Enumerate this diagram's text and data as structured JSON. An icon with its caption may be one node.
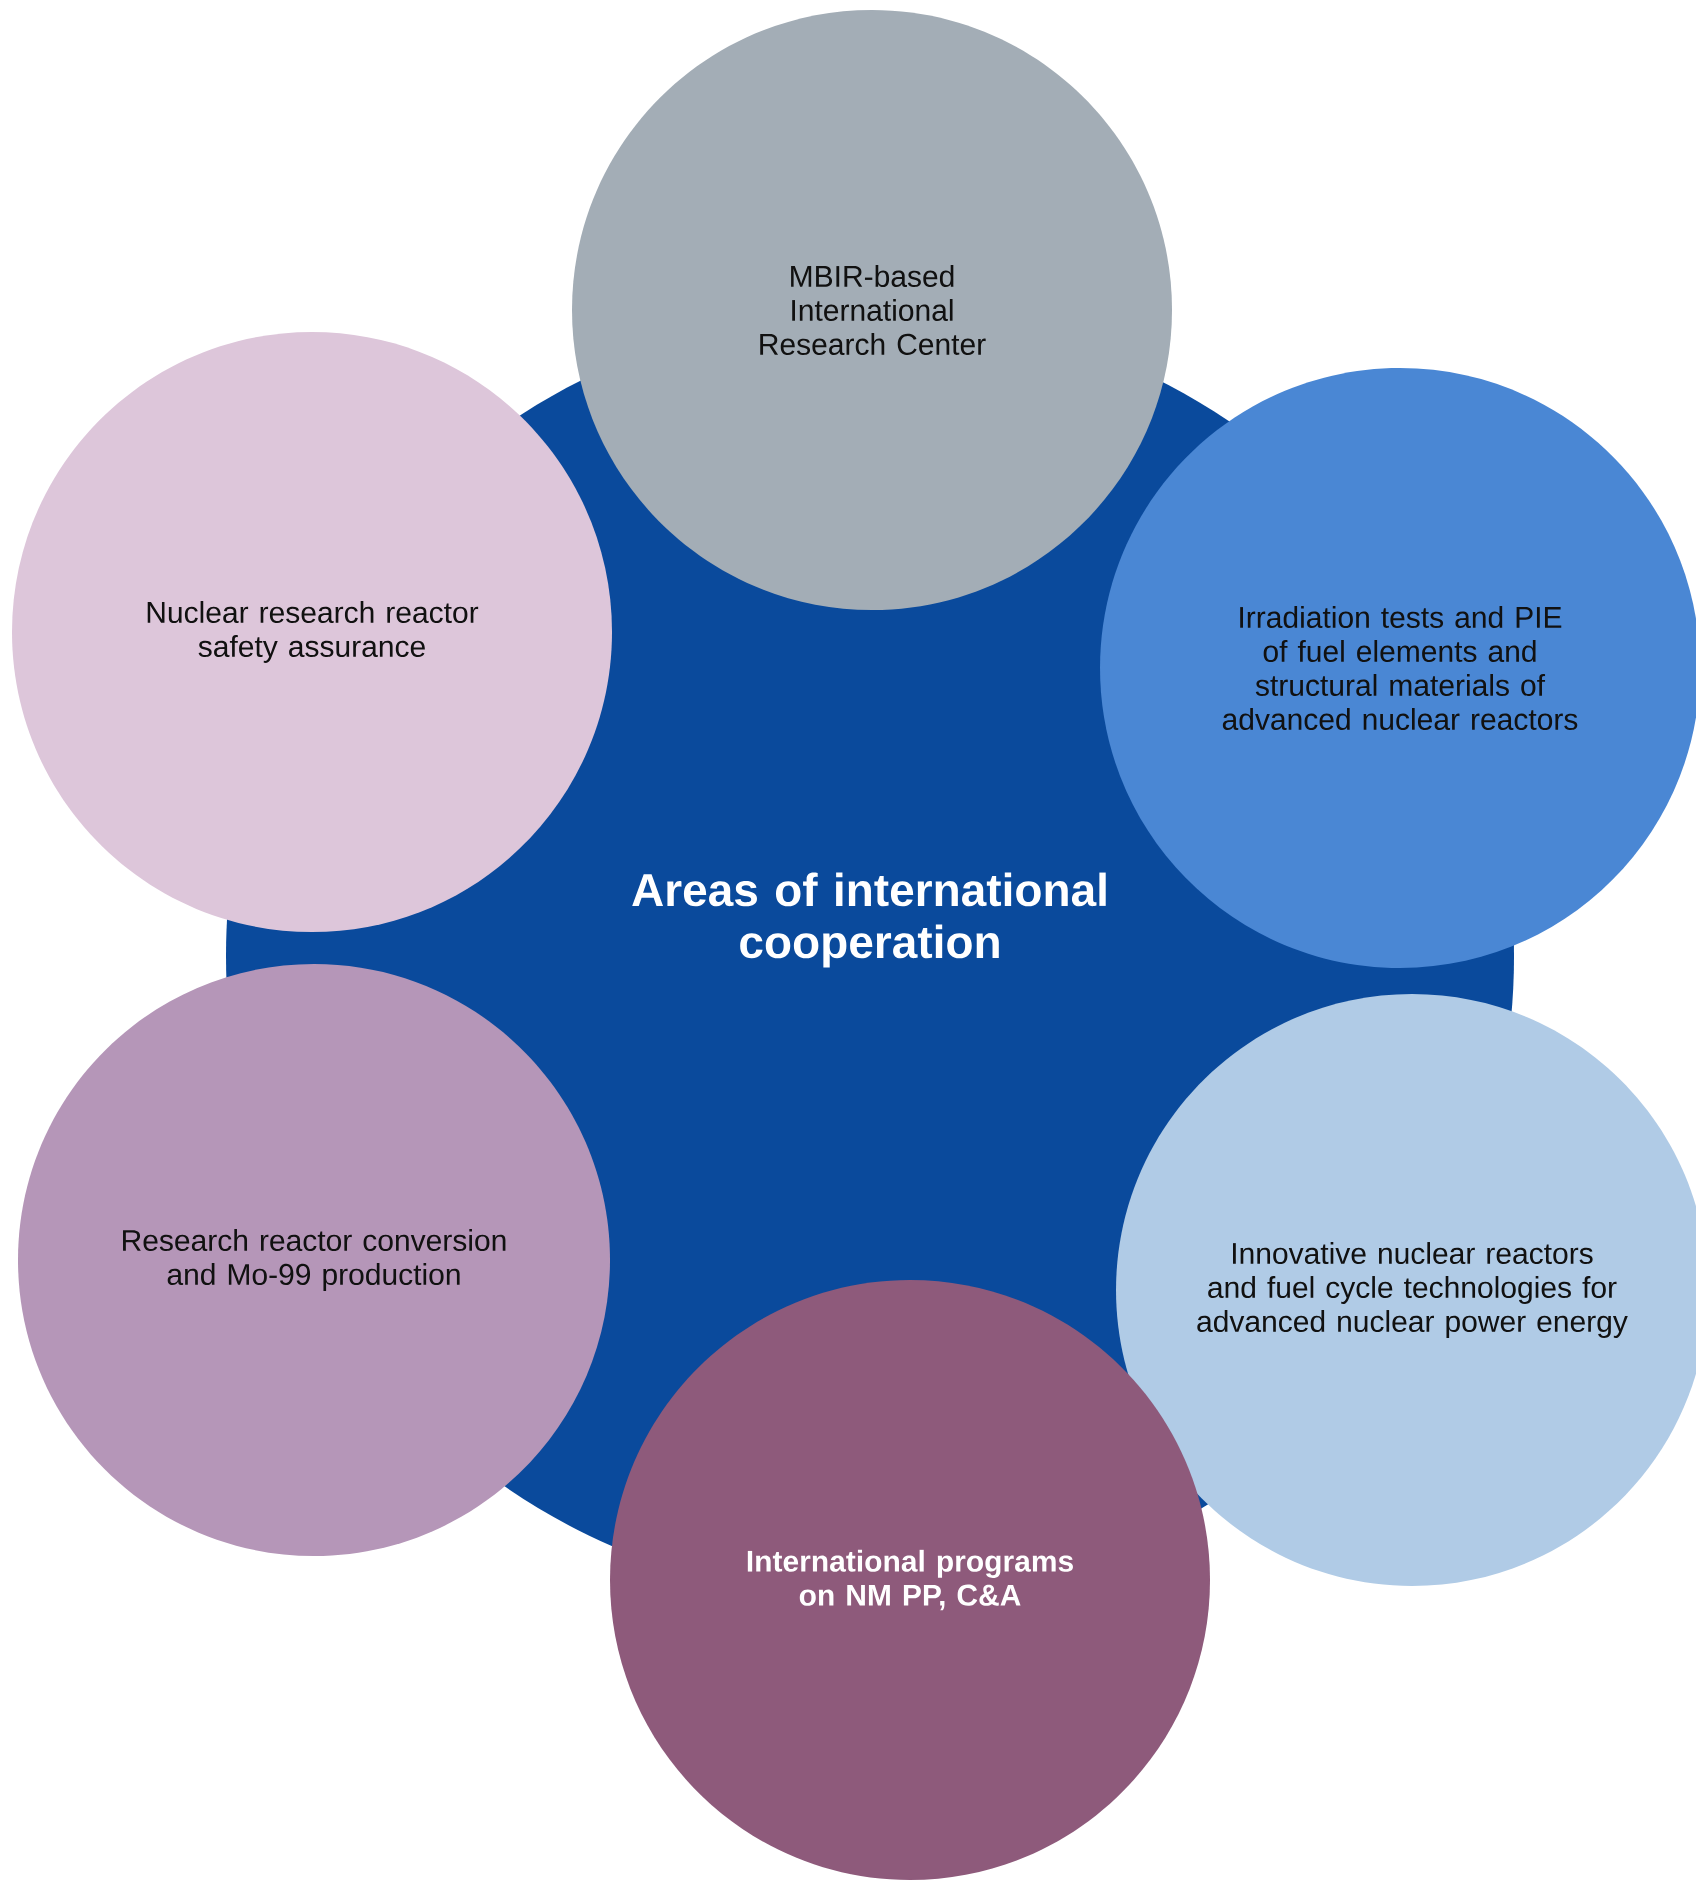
{
  "diagram": {
    "nodes": [
      {
        "text": [
          "Areas of international cooperation"
        ]
      },
      {
        "text": [
          "MBIR-based International Research Center"
        ]
      },
      {
        "text": [
          "Nuclear research reactor safety assurance"
        ]
      },
      {
        "text": [
          "Irradiation tests and PIE of fuel elements and structural materials of advanced nuclear reactors"
        ]
      },
      {
        "text": [
          "Research reactor conversion and Mo-99 production"
        ]
      },
      {
        "text": [
          "Innovative nuclear reactors and fuel cycle technologies for advanced nuclear power energy"
        ]
      },
      {
        "text": [
          "International programs on NM PP, C&A"
        ]
      }
    ]
  }
}
